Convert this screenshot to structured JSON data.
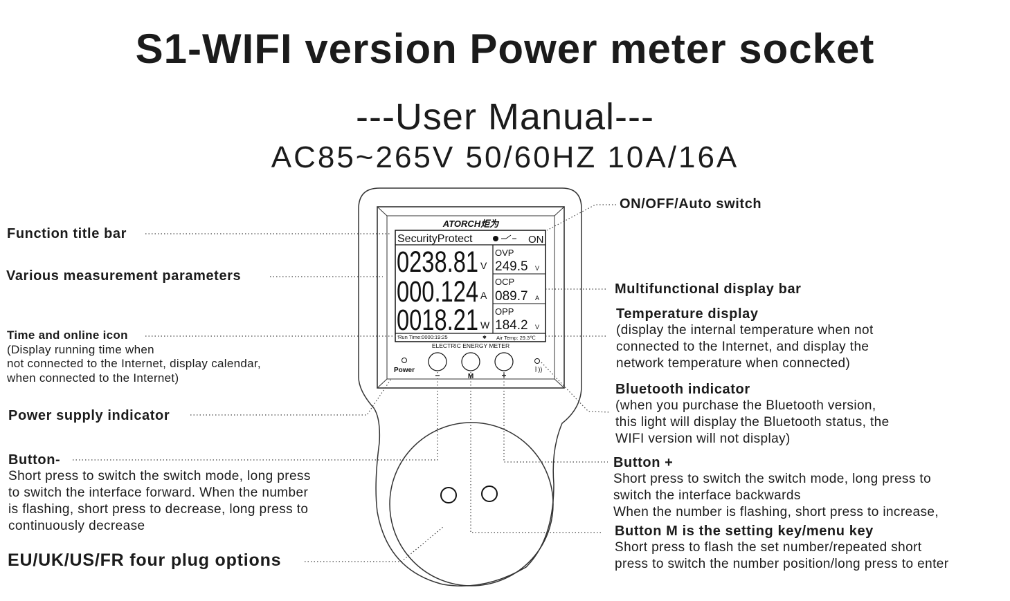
{
  "header": {
    "title": "S1-WIFI version Power meter socket",
    "subtitle": "---User Manual---",
    "specs": "AC85~265V  50/60HZ  10A/16A"
  },
  "device": {
    "brand": "ATORCH炬为",
    "title_bar": "SecurityProtect",
    "switch_state": "ON",
    "voltage": "0238.81",
    "voltage_unit": "V",
    "current": "000.124",
    "current_unit": "A",
    "power": "0018.21",
    "power_unit": "W",
    "ovp_label": "OVP",
    "ovp_value": "249.5",
    "ovp_unit": "V",
    "ocp_label": "OCP",
    "ocp_value": "089.7",
    "ocp_unit": "A",
    "opp_label": "OPP",
    "opp_value": "184.2",
    "opp_unit": "V",
    "run_time": "Run Time:0000:19:25",
    "air_temp": "Air Temp: 29.3℃",
    "meter_caption": "ELECTRIC ENERGY METER",
    "power_label": "Power",
    "btn_minus": "−",
    "btn_m": "M",
    "btn_plus": "+"
  },
  "left_annotations": {
    "function_title_bar": "Function title bar",
    "measurement_params": "Various measurement parameters",
    "time_icon_title": "Time and online icon",
    "time_icon_desc": [
      "(Display running time when",
      "not connected to the Internet, display calendar,",
      "when connected to the Internet)"
    ],
    "power_indicator": "Power supply indicator",
    "button_minus_title": "Button-",
    "button_minus_desc": [
      "Short press to switch the switch mode, long press",
      "to switch the interface forward. When the number",
      "is flashing, short press to decrease, long press to",
      "continuously decrease"
    ],
    "plug_options": "EU/UK/US/FR four plug options"
  },
  "right_annotations": {
    "switch": "ON/OFF/Auto switch",
    "multi_display": "Multifunctional display bar",
    "temp_title": "Temperature display",
    "temp_desc": [
      "(display the internal temperature when not",
      "connected to the Internet, and display the",
      "network temperature when connected)"
    ],
    "bt_title": "Bluetooth indicator",
    "bt_desc": [
      "(when you purchase the Bluetooth version,",
      "this light will display the Bluetooth status, the",
      "WIFI version will not display)"
    ],
    "button_plus_title": "Button +",
    "button_plus_desc": [
      "Short press to switch the switch mode, long press to",
      "switch the interface backwards",
      "When the number is flashing, short press to increase,"
    ],
    "button_m_title": "Button M is the setting key/menu key",
    "button_m_desc": [
      "Short press to flash the set number/repeated short",
      "press to switch the number position/long press to enter"
    ]
  }
}
